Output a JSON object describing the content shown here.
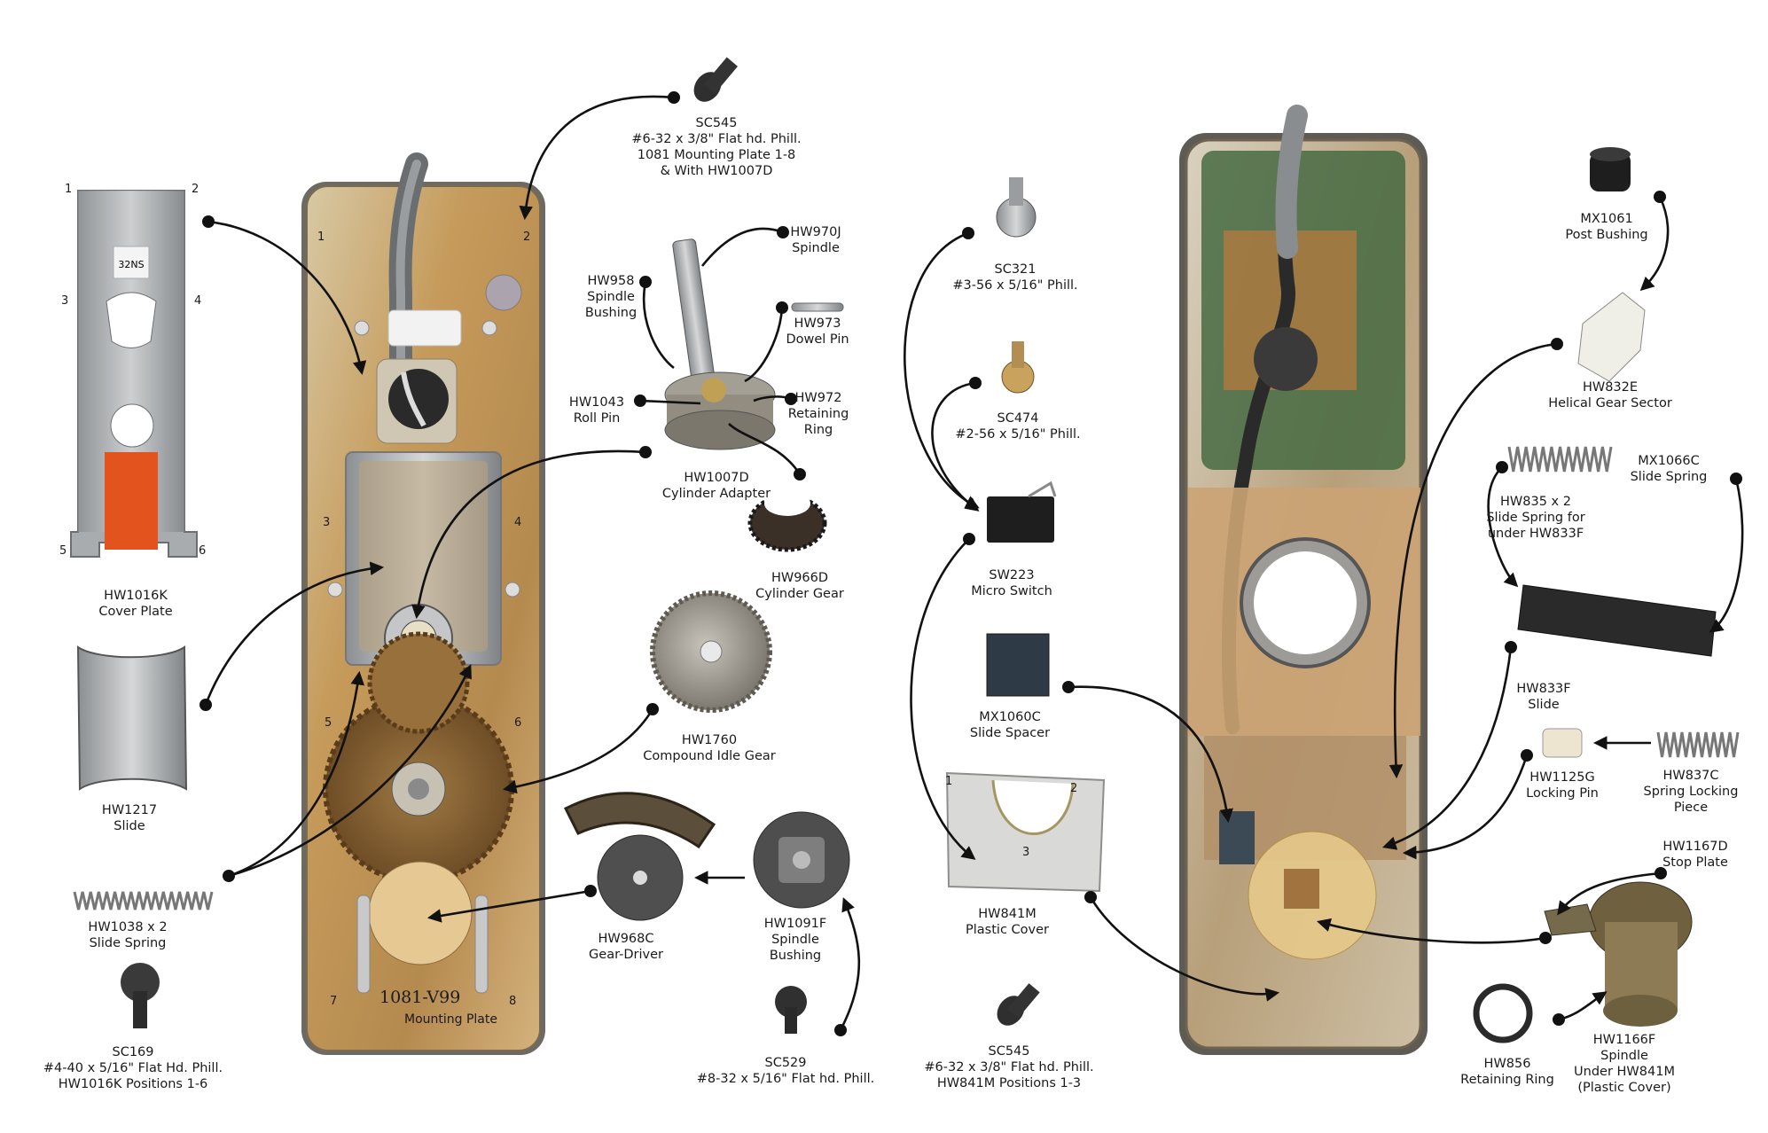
{
  "parts": {
    "sc545_top": [
      "SC545",
      "#6-32 x 3/8\" Flat hd. Phill.",
      "1081 Mounting Plate 1-8",
      "& With HW1007D"
    ],
    "hw970j": [
      "HW970J",
      "Spindle"
    ],
    "hw958": [
      "HW958",
      "Spindle",
      "Bushing"
    ],
    "hw973": [
      "HW973",
      "Dowel Pin"
    ],
    "hw1043": [
      "HW1043",
      "Roll Pin"
    ],
    "hw972": [
      "HW972",
      "Retaining",
      "Ring"
    ],
    "hw1007d": [
      "HW1007D",
      "Cylinder Adapter"
    ],
    "hw966d": [
      "HW966D",
      "Cylinder Gear"
    ],
    "hw1760": [
      "HW1760",
      "Compound Idle Gear"
    ],
    "hw968c": [
      "HW968C",
      "Gear-Driver"
    ],
    "hw1091f": [
      "HW1091F",
      "Spindle",
      "Bushing"
    ],
    "sc529": [
      "SC529",
      "#8-32 x 5/16\" Flat hd. Phill."
    ],
    "hw1016k": [
      "HW1016K",
      "Cover Plate"
    ],
    "hw1217": [
      "HW1217",
      "Slide"
    ],
    "hw1038": [
      "HW1038  x 2",
      "Slide Spring"
    ],
    "sc169": [
      "SC169",
      "#4-40 x 5/16\" Flat Hd. Phill.",
      "HW1016K Positions 1-6"
    ],
    "sc321": [
      "SC321",
      "#3-56 x 5/16\" Phill."
    ],
    "sc474": [
      "SC474",
      "#2-56 x 5/16\" Phill."
    ],
    "sw223": [
      "SW223",
      "Micro Switch"
    ],
    "mx1060c": [
      "MX1060C",
      "Slide Spacer"
    ],
    "hw841m": [
      "HW841M",
      "Plastic Cover"
    ],
    "sc545_bottom": [
      "SC545",
      "#6-32 x 3/8\" Flat hd. Phill.",
      "HW841M Positions 1-3"
    ],
    "mx1061": [
      "MX1061",
      "Post Bushing"
    ],
    "hw832e": [
      "HW832E",
      "Helical Gear Sector"
    ],
    "hw835": [
      "HW835  x 2",
      "Slide Spring for",
      "under HW833F"
    ],
    "mx1066c": [
      "MX1066C",
      "Slide Spring"
    ],
    "hw833f": [
      "HW833F",
      "Slide"
    ],
    "hw1125g": [
      "HW1125G",
      "Locking Pin"
    ],
    "hw837c": [
      "HW837C",
      "Spring Locking",
      "Piece"
    ],
    "hw1167d": [
      "HW1167D",
      "Stop Plate"
    ],
    "hw856": [
      "HW856",
      "Retaining Ring"
    ],
    "hw1166f": [
      "HW1166F",
      "Spindle",
      "Under HW841M",
      "(Plastic Cover)"
    ]
  },
  "mounting_plate": {
    "model": "1081-V99",
    "caption": "Mounting Plate"
  },
  "cover_plate_sticker": "32NS",
  "plate_positions": [
    "1",
    "2",
    "3",
    "4",
    "5",
    "6",
    "7",
    "8"
  ],
  "cover_positions": [
    "1",
    "2",
    "3",
    "4",
    "5",
    "6"
  ],
  "plastic_cover_positions": [
    "1",
    "2",
    "3"
  ],
  "colors": {
    "plate": "#b9935e",
    "steel": "#9da1a3",
    "dark": "#2a2a2a",
    "gear": "#8a6a3c",
    "board": "#3f6d3a",
    "orange": "#e2531e"
  }
}
